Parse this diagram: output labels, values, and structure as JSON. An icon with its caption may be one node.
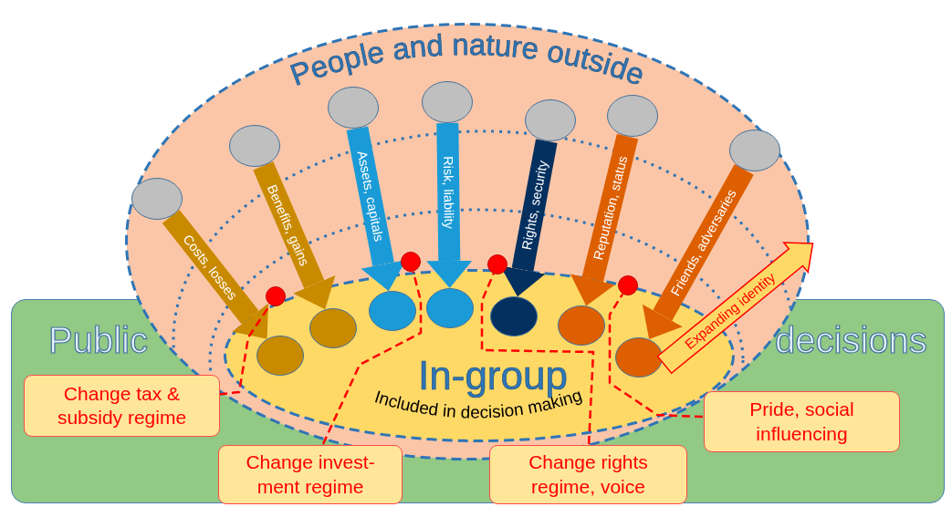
{
  "diagram": {
    "nodes": [
      {
        "text": [
          "Public",
          "decisions"
        ]
      },
      {
        "text": [
          "People and nature outside"
        ]
      },
      {
        "text": [
          "In-group",
          "Included in decision making"
        ],
        "in": 1
      },
      {
        "text": [],
        "shape": "circle",
        "in": 1
      },
      {
        "text": [],
        "shape": "circle",
        "in": 1
      },
      {
        "text": [],
        "shape": "circle",
        "in": 1
      },
      {
        "text": [],
        "shape": "circle",
        "in": 1
      },
      {
        "text": [],
        "shape": "circle",
        "in": 1
      },
      {
        "text": [],
        "shape": "circle",
        "in": 1
      },
      {
        "text": [],
        "shape": "circle",
        "in": 1
      },
      {
        "text": [],
        "shape": "circle",
        "in": 2
      },
      {
        "text": [],
        "shape": "circle",
        "in": 2
      },
      {
        "text": [],
        "shape": "circle",
        "in": 2
      },
      {
        "text": [],
        "shape": "circle",
        "in": 2
      },
      {
        "text": [],
        "shape": "circle",
        "in": 2
      },
      {
        "text": [],
        "shape": "circle",
        "in": 2
      },
      {
        "text": [],
        "shape": "circle",
        "in": 2
      },
      {
        "text": [],
        "shape": "circle",
        "in": 1
      },
      {
        "text": [],
        "shape": "circle",
        "in": 1
      },
      {
        "text": [],
        "shape": "circle",
        "in": 1
      },
      {
        "text": [],
        "shape": "circle",
        "in": 1
      },
      {
        "text": [
          "Change tax & subsidy regime"
        ],
        "in": 0
      },
      {
        "text": [
          "Change invest-ment regime"
        ],
        "in": 0
      },
      {
        "text": [
          "Change rights regime, voice"
        ],
        "in": 0
      },
      {
        "text": [
          "Pride, social influencing"
        ],
        "in": 0
      }
    ],
    "edges": [
      {
        "from": 3,
        "to": 10,
        "arrow": "to",
        "label": "Costs, losses",
        "color": "#c98a00"
      },
      {
        "from": 4,
        "to": 11,
        "arrow": "to",
        "label": "Benefits, gains",
        "color": "#c98a00"
      },
      {
        "from": 5,
        "to": 12,
        "arrow": "to",
        "label": "Assets, capitals",
        "color": "#1a9bd7"
      },
      {
        "from": 6,
        "to": 13,
        "arrow": "to",
        "label": "Risk, liability",
        "color": "#1a9bd7"
      },
      {
        "from": 7,
        "to": 14,
        "arrow": "to",
        "label": "Rights, security",
        "color": "#03305f"
      },
      {
        "from": 8,
        "to": 15,
        "arrow": "to",
        "label": "Reputation, status",
        "color": "#dd5f00"
      },
      {
        "from": 9,
        "to": 16,
        "arrow": "to",
        "label": "Friends, adversaries",
        "color": "#dd5f00"
      },
      {
        "from": 21,
        "to": 17,
        "arrow": "none",
        "style": "dashed",
        "color": "#ff0000"
      },
      {
        "from": 22,
        "to": 18,
        "arrow": "none",
        "style": "dashed",
        "color": "#ff0000"
      },
      {
        "from": 23,
        "to": 19,
        "arrow": "none",
        "style": "dashed",
        "color": "#ff0000"
      },
      {
        "from": 24,
        "to": 20,
        "arrow": "none",
        "style": "dashed",
        "color": "#ff0000"
      }
    ],
    "labels": [
      "Expanding identity"
    ]
  }
}
